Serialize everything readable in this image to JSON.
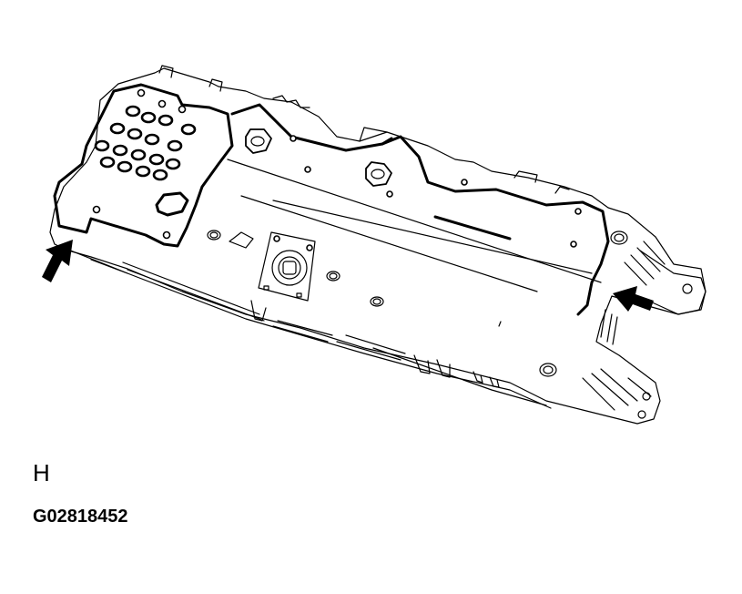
{
  "figure": {
    "subject": "combination meter assembly (rear view, line illustration)",
    "view_label": "H",
    "figure_code": "G02818452",
    "callouts": [
      {
        "type": "arrow",
        "name": "left-clip-arrow",
        "direction": "up-right",
        "position": "lower-left tab"
      },
      {
        "type": "arrow",
        "name": "right-clip-arrow",
        "direction": "left",
        "position": "right bracket tab"
      }
    ],
    "colors": {
      "line": "#000000",
      "background": "#ffffff"
    }
  }
}
